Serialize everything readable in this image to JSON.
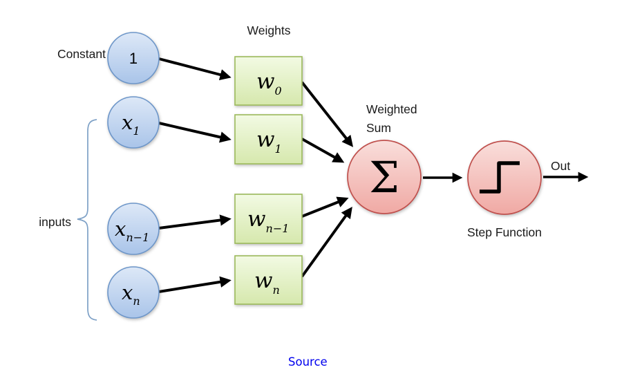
{
  "diagram": {
    "labels": {
      "constant": "Constant",
      "weights": "Weights",
      "weighted_sum_line1": "Weighted",
      "weighted_sum_line2": "Sum",
      "inputs": "inputs",
      "out": "Out",
      "step_function": "Step Function"
    },
    "input_nodes": [
      {
        "base": "1",
        "sub": ""
      },
      {
        "base": "x",
        "sub": "1"
      },
      {
        "base": "x",
        "sub": "n−1"
      },
      {
        "base": "x",
        "sub": "n"
      }
    ],
    "weight_nodes": [
      {
        "base": "w",
        "sub": "0"
      },
      {
        "base": "w",
        "sub": "1"
      },
      {
        "base": "w",
        "sub": "n−1"
      },
      {
        "base": "w",
        "sub": "n"
      }
    ],
    "sum_symbol": "Σ",
    "colors": {
      "input_fill_top": "#dde8f7",
      "input_fill_bottom": "#a9c4e9",
      "input_border": "#6d96c9",
      "weight_fill_top": "#f2fae3",
      "weight_fill_bottom": "#d6e8ad",
      "weight_border": "#9cba5b",
      "neuron_fill_top": "#f9dedb",
      "neuron_fill_bottom": "#f0a9a4",
      "neuron_border": "#c0504d",
      "arrow": "#000000",
      "brace": "#7da0c6",
      "link": "#0000ee"
    }
  },
  "footer": {
    "source_label": "Source"
  }
}
